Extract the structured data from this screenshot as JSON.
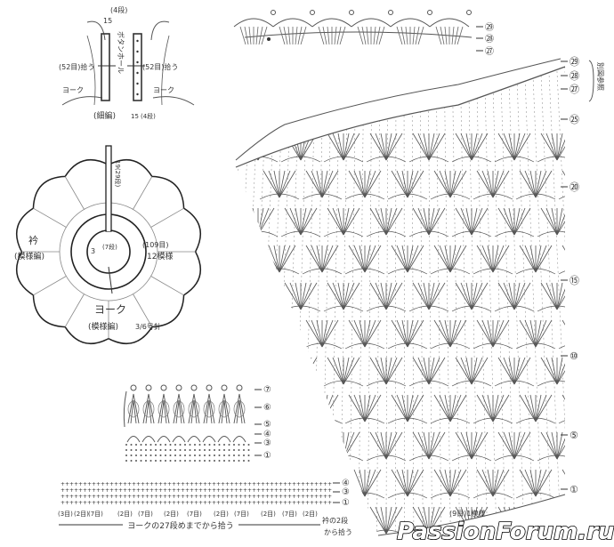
{
  "buttonband": {
    "rows_top": "(4段)",
    "rows_top_num": "15",
    "buttonhole": "ボタンホール",
    "pickup_left": "(52目)拾う",
    "pickup_right": "(52目)拾う",
    "yoke_left": "ヨーク",
    "yoke_right": "ヨーク",
    "stitch": "(細編)",
    "rows_bottom": "15",
    "rows_bottom_unit": "(4段)"
  },
  "yoke_diagram": {
    "slit_rows": "19(29段)",
    "collar": "衿",
    "collar_stitch": "(模様編)",
    "collar_width": "3",
    "collar_rows": "(7段)",
    "stitches": "(109目)",
    "patterns": "12模様",
    "yoke": "ヨーク",
    "yoke_stitch": "(模様編)",
    "needle": "3/6号針"
  },
  "small_chart": {
    "row_labels": [
      "⑦",
      "⑥",
      "⑤",
      "④",
      "③",
      "①"
    ]
  },
  "band_chart": {
    "row_labels": [
      "④",
      "③",
      "①"
    ],
    "counts": [
      "(3目)",
      "(2目)",
      "(7目)",
      "(2目)",
      "(7目)",
      "(2目)",
      "(7目)",
      "(2目)",
      "(7目)",
      "(2目)",
      "(7目)",
      "(2目)"
    ],
    "pickup_yoke": "ヨークの27段めまでから拾う",
    "pickup_collar_1": "衿の2段",
    "pickup_collar_2": "から拾う"
  },
  "main_chart": {
    "row_labels": [
      "㉙",
      "㉘",
      "㉗",
      "㉕",
      "⑳",
      "⑮",
      "⑩",
      "⑤",
      "①"
    ],
    "see_other": "別図参照",
    "repeat": "(9目)1模様"
  },
  "edging_chart": {
    "row_labels": [
      "㉙",
      "㉘",
      "㉗"
    ]
  },
  "watermark": "PassionForum.ru",
  "colors": {
    "ink": "#555555",
    "background": "#ffffff"
  }
}
